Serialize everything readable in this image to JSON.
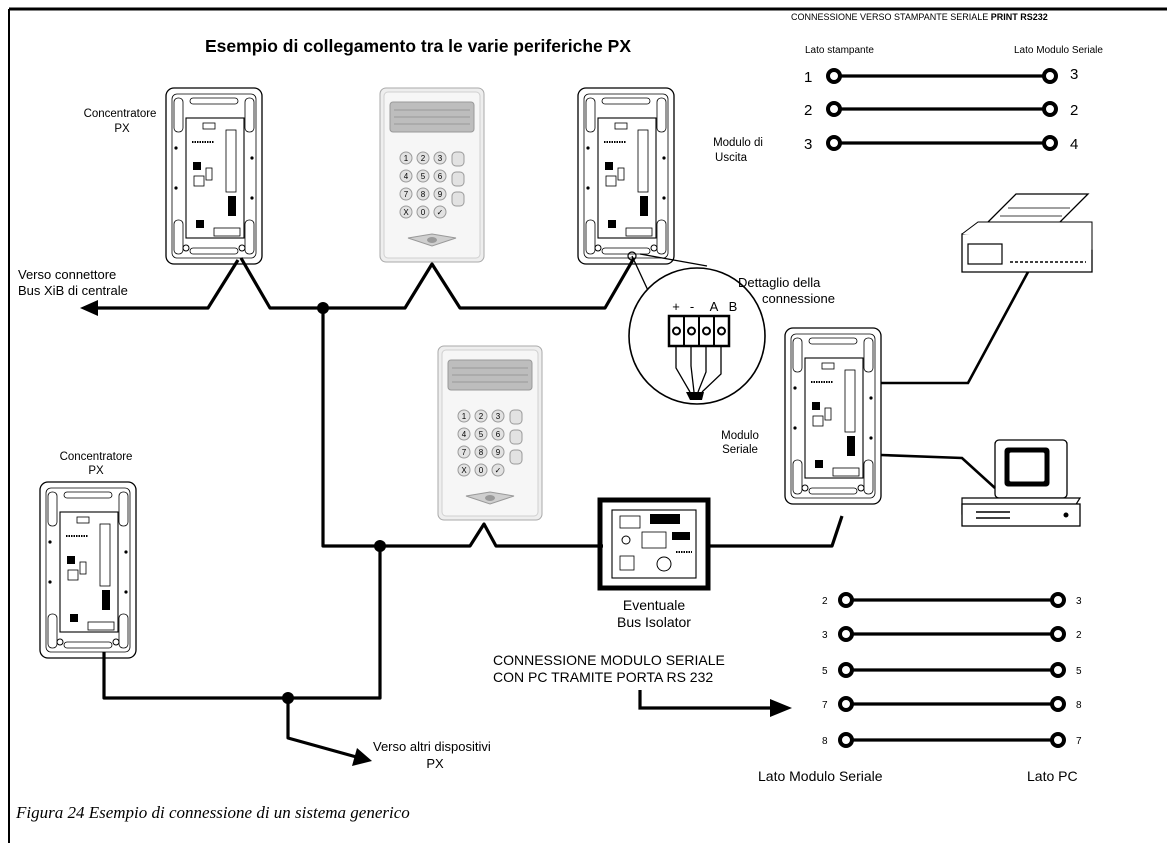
{
  "title": "Esempio di collegamento tra le varie periferiche PX",
  "caption": "Figura 24 Esempio di connessione di un sistema generico",
  "labels": {
    "concentratore_top": [
      "Concentratore",
      "PX"
    ],
    "concentratore_left": [
      "Concentratore",
      "PX"
    ],
    "modulo_uscita": [
      "Modulo di",
      "Uscita"
    ],
    "modulo_seriale": [
      "Modulo",
      "Seriale"
    ],
    "verso_connettore": [
      "Verso connettore",
      "Bus XiB di centrale"
    ],
    "verso_altri": [
      "Verso altri dispositivi",
      "PX"
    ],
    "dettaglio": [
      "Dettaglio della",
      "connessione"
    ],
    "terminals": [
      "+",
      "-",
      "A",
      "B"
    ],
    "eventuale": [
      "Eventuale",
      "Bus Isolator"
    ],
    "connessione_pc": [
      "CONNESSIONE MODULO SERIALE",
      "CON PC TRAMITE PORTA RS 232"
    ]
  },
  "keypad_keys": [
    "1",
    "2",
    "3",
    "4",
    "5",
    "6",
    "7",
    "8",
    "9",
    "X",
    "0",
    "✓"
  ],
  "printer_connection": {
    "title_prefix": "CONNESSIONE VERSO STAMPANTE SERIALE ",
    "title_bold": "PRINT RS232",
    "left_header": "Lato stampante",
    "right_header": "Lato Modulo Seriale",
    "pairs": [
      [
        "1",
        "3"
      ],
      [
        "2",
        "2"
      ],
      [
        "3",
        "4"
      ]
    ]
  },
  "pc_connection": {
    "left_footer": "Lato Modulo Seriale",
    "right_footer": "Lato PC",
    "pairs": [
      [
        "2",
        "3"
      ],
      [
        "3",
        "2"
      ],
      [
        "5",
        "5"
      ],
      [
        "7",
        "8"
      ],
      [
        "8",
        "7"
      ]
    ]
  }
}
